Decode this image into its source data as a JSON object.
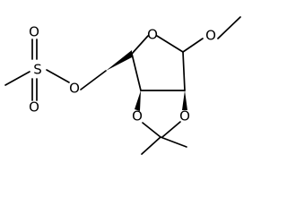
{
  "molecule": {
    "atoms": {
      "o_ring": "O",
      "o_methoxy": "O",
      "o_ester": "O",
      "s": "S",
      "o_s_top": "O",
      "o_s_bottom": "O",
      "o_dioxolane_right": "O",
      "o_dioxolane_left": "O"
    }
  }
}
